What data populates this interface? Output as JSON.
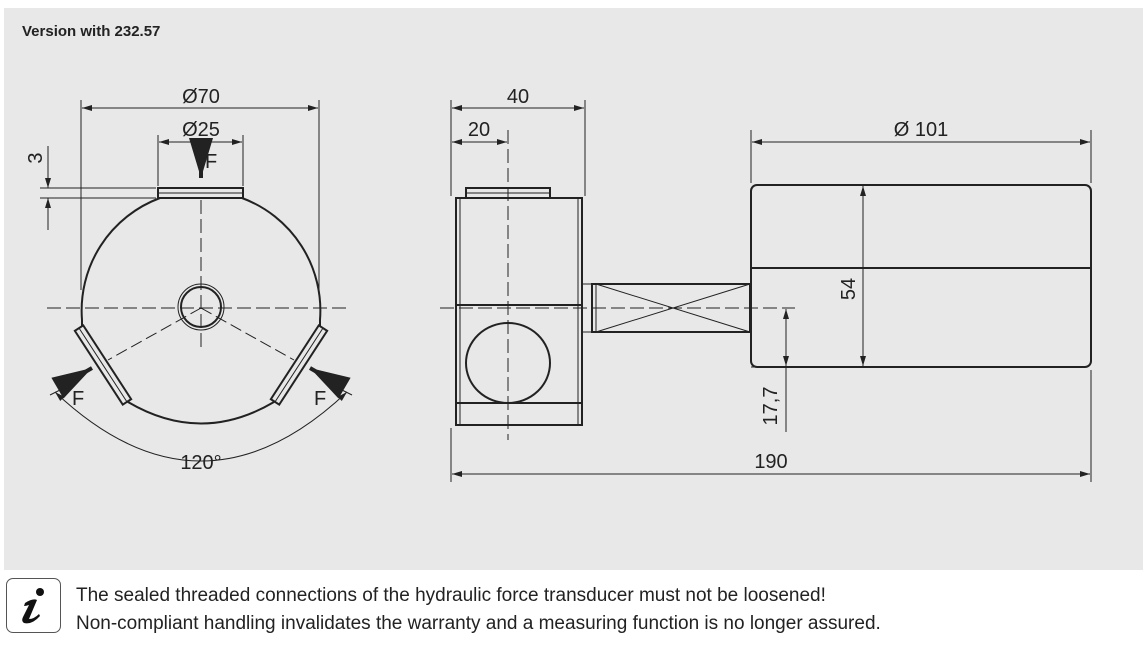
{
  "title": "Version with 232.57",
  "dimensions": {
    "d70": "Ø70",
    "d25": "Ø25",
    "three": "3",
    "force": "F",
    "angle": "120°",
    "forty": "40",
    "twenty": "20",
    "d101": "Ø 101",
    "fiftyfour": "54",
    "seventeen": "17,7",
    "total": "190"
  },
  "note": {
    "icon": "info-icon",
    "line1": "The sealed threaded connections of the hydraulic force transducer must not be loosened!",
    "line2": "Non-compliant handling invalidates the warranty and a measuring function is no longer assured."
  }
}
